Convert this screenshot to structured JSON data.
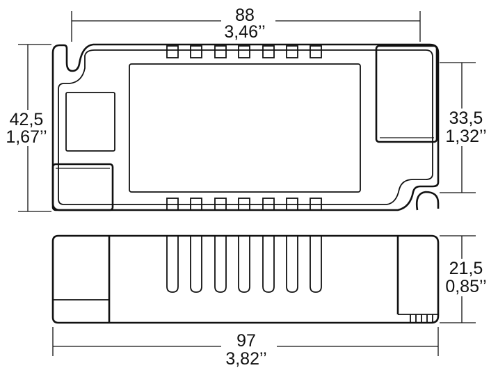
{
  "dimensions": {
    "top_width_mm": "88",
    "top_width_in": "3,46’’",
    "left_height_mm": "42,5",
    "left_height_in": "1,67’’",
    "right_height_mm": "33,5",
    "right_height_in": "1,32’’",
    "side_height_mm": "21,5",
    "side_height_in": "0,85’’",
    "bottom_width_mm": "97",
    "bottom_width_in": "3,82’’"
  },
  "colors": {
    "line": "#111111",
    "background": "#ffffff"
  }
}
